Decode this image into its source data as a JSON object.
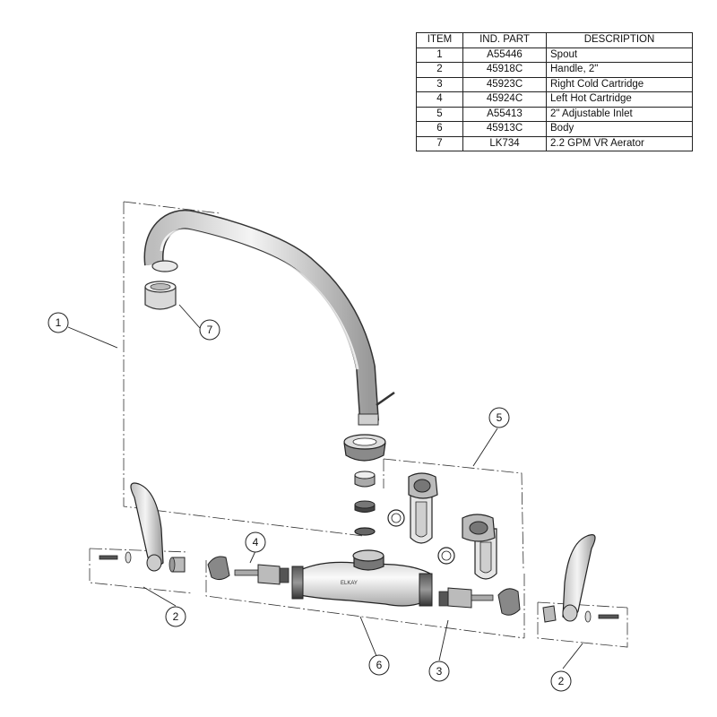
{
  "table": {
    "headers": [
      "ITEM",
      "IND. PART",
      "DESCRIPTION"
    ],
    "rows": [
      {
        "item": "1",
        "part": "A55446",
        "description": "Spout"
      },
      {
        "item": "2",
        "part": "45918C",
        "description": "Handle, 2\""
      },
      {
        "item": "3",
        "part": "45923C",
        "description": "Right Cold Cartridge"
      },
      {
        "item": "4",
        "part": "45924C",
        "description": "Left Hot Cartridge"
      },
      {
        "item": "5",
        "part": "A55413",
        "description": "2\" Adjustable Inlet"
      },
      {
        "item": "6",
        "part": "45913C",
        "description": "Body"
      },
      {
        "item": "7",
        "part": "LK734",
        "description": "2.2 GPM VR Aerator"
      }
    ]
  },
  "body_text": "ELKAY",
  "callouts": {
    "spout": "1",
    "handle_left": "2",
    "handle_right": "2",
    "cartridge_cold": "3",
    "cartridge_hot": "4",
    "inlet": "5",
    "body": "6",
    "aerator": "7"
  }
}
